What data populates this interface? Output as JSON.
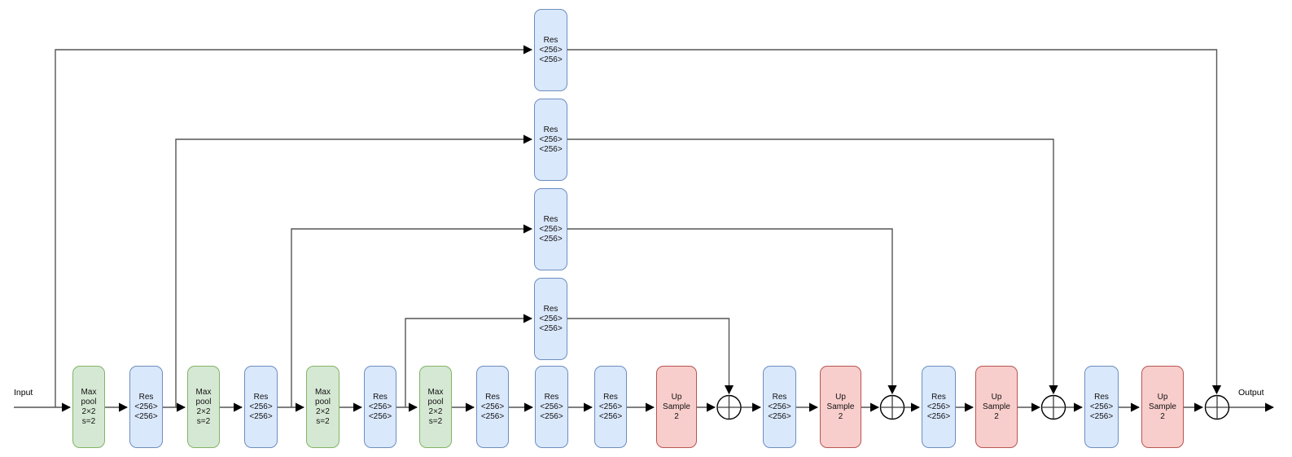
{
  "diagram": {
    "input_label": "Input",
    "output_label": "Output",
    "colors": {
      "maxpool_fill": "#d5e8d4",
      "maxpool_stroke": "#82b366",
      "res_fill": "#dae8fc",
      "res_stroke": "#6c8ebf",
      "upsample_fill": "#f8cecc",
      "upsample_stroke": "#b85450",
      "wire": "#555555",
      "arrowhead": "#000000"
    },
    "main_path": [
      {
        "type": "maxpool",
        "label": "Max\npool\n2×2\ns=2"
      },
      {
        "type": "res",
        "label": "Res\n<256>\n<256>"
      },
      {
        "type": "maxpool",
        "label": "Max\npool\n2×2\ns=2"
      },
      {
        "type": "res",
        "label": "Res\n<256>\n<256>"
      },
      {
        "type": "maxpool",
        "label": "Max\npool\n2×2\ns=2"
      },
      {
        "type": "res",
        "label": "Res\n<256>\n<256>"
      },
      {
        "type": "maxpool",
        "label": "Max\npool\n2×2\ns=2"
      },
      {
        "type": "res",
        "label": "Res\n<256>\n<256>"
      },
      {
        "type": "res",
        "label": "Res\n<256>\n<256>"
      },
      {
        "type": "res",
        "label": "Res\n<256>\n<256>"
      },
      {
        "type": "upsample",
        "label": "Up\nSample\n2"
      },
      {
        "type": "sum",
        "icon": "circle-plus"
      },
      {
        "type": "res",
        "label": "Res\n<256>\n<256>"
      },
      {
        "type": "upsample",
        "label": "Up\nSample\n2"
      },
      {
        "type": "sum",
        "icon": "circle-plus"
      },
      {
        "type": "res",
        "label": "Res\n<256>\n<256>"
      },
      {
        "type": "upsample",
        "label": "Up\nSample\n2"
      },
      {
        "type": "sum",
        "icon": "circle-plus"
      },
      {
        "type": "res",
        "label": "Res\n<256>\n<256>"
      },
      {
        "type": "upsample",
        "label": "Up\nSample\n2"
      },
      {
        "type": "sum",
        "icon": "circle-plus"
      }
    ],
    "skip_path": [
      {
        "type": "res",
        "label": "Res\n<256>\n<256>"
      },
      {
        "type": "res",
        "label": "Res\n<256>\n<256>"
      },
      {
        "type": "res",
        "label": "Res\n<256>\n<256>"
      },
      {
        "type": "res",
        "label": "Res\n<256>\n<256>"
      }
    ]
  }
}
